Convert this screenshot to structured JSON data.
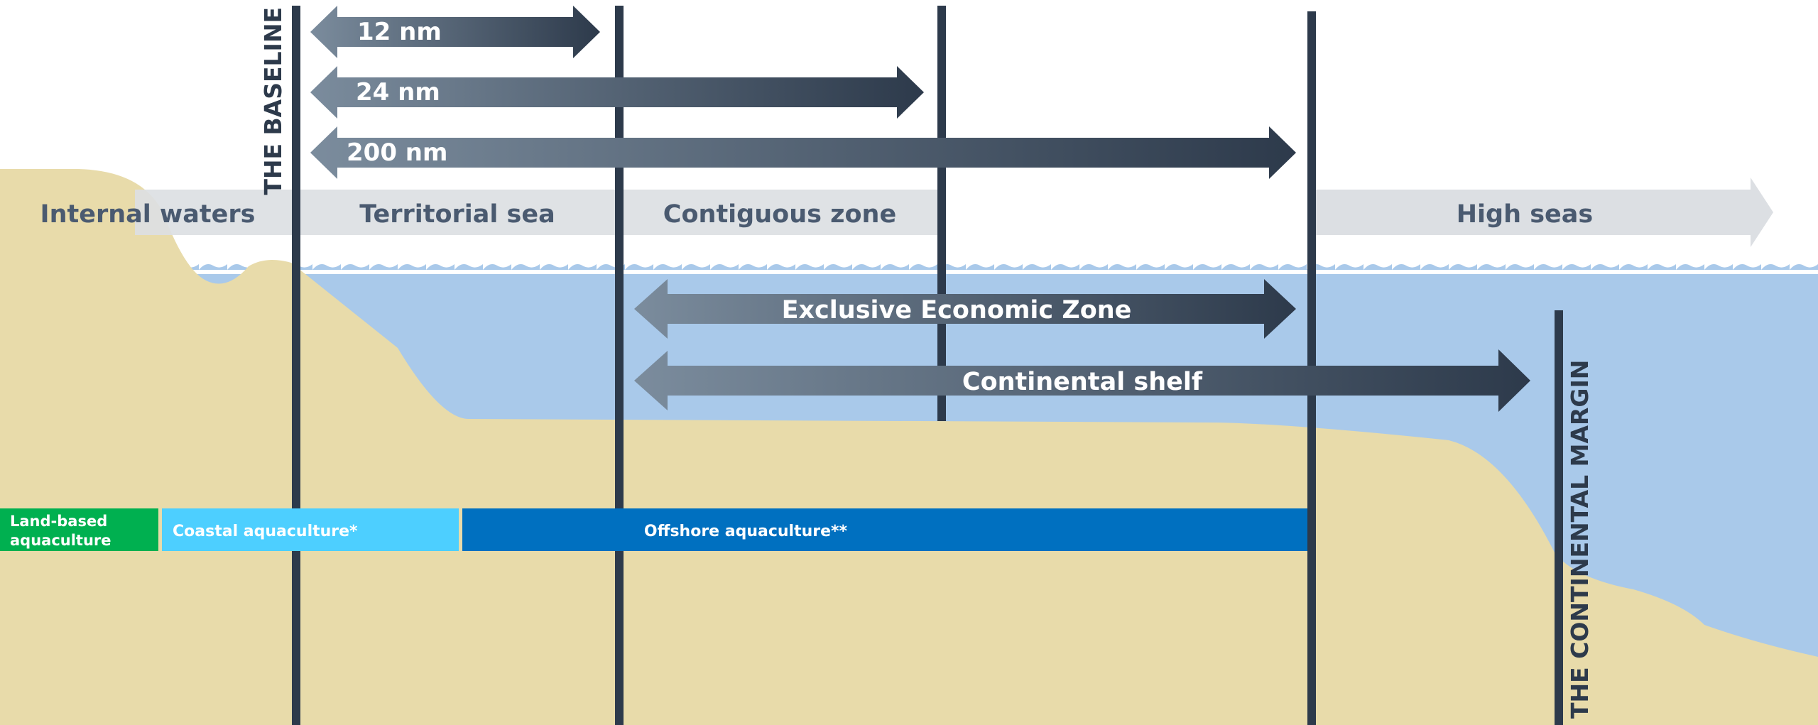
{
  "baseline_label": "THE BASELINE",
  "continental_margin_label": "THE CONTINENTAL MARGIN",
  "distances": {
    "nm12": "12 nm",
    "nm24": "24 nm",
    "nm200": "200 nm"
  },
  "zones": {
    "internal_waters": "Internal waters",
    "territorial_sea": "Territorial sea",
    "contiguous_zone": "Contiguous zone",
    "high_seas": "High seas"
  },
  "ranges": {
    "eez": "Exclusive Economic Zone",
    "continental_shelf": "Continental shelf"
  },
  "aquaculture": {
    "land_based_line1": "Land-based",
    "land_based_line2": "aquaculture",
    "coastal": "Coastal aquaculture*",
    "offshore": "Offshore aquaculture**"
  },
  "colors": {
    "sand": "#e8dbaa",
    "sea": "#a9c9ea",
    "arrow_light": "#7b8c9d",
    "arrow_dark": "#2d3a4b",
    "zone_band": "#dcdfe3",
    "zone_text": "#4a5a70",
    "land_based": "#00b050",
    "coastal": "#4dcfff",
    "offshore": "#0070c0"
  }
}
